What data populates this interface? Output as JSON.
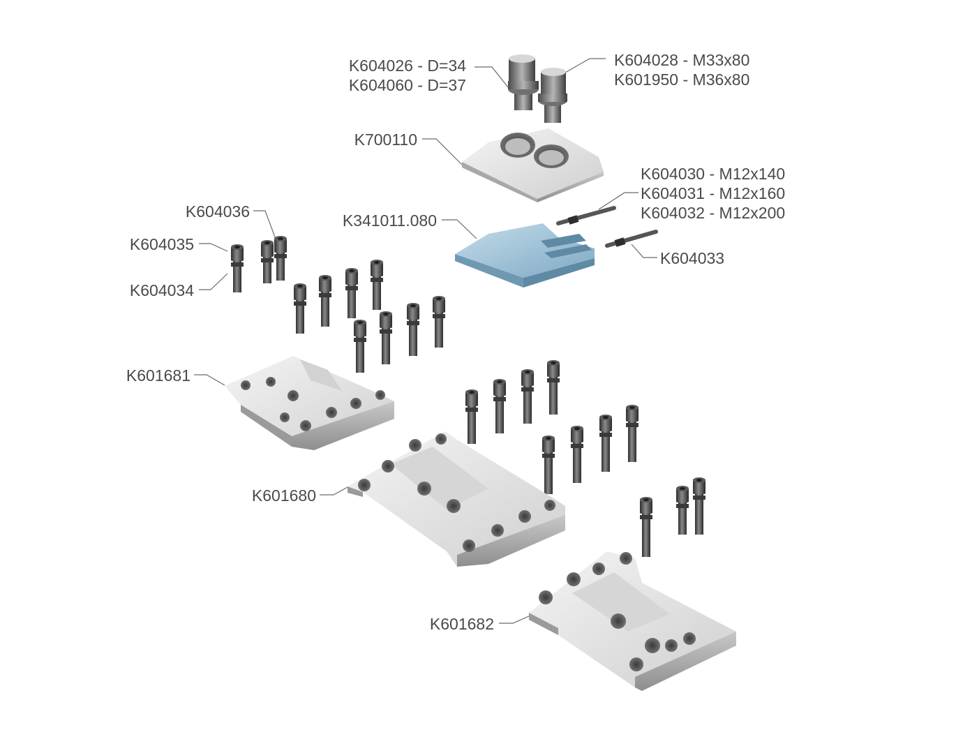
{
  "labels": {
    "bolt_d34": "K604026 - D=34",
    "bolt_d37": "K604060 - D=37",
    "bolt_m33": "K604028 - M33x80",
    "bolt_m36": "K601950 - M36x80",
    "clamp_block": "K700110",
    "screw_m12x140": "K604030 - M12x140",
    "screw_m12x160": "K604031 - M12x160",
    "screw_m12x200": "K604032 - M12x200",
    "wedge_plate": "K341011.080",
    "pin": "K604033",
    "screw_604036": "K604036",
    "screw_604035": "K604035",
    "screw_604034": "K604034",
    "base_plate_small": "K601681",
    "base_plate_large": "K601680",
    "base_plate_medium": "K601682"
  },
  "colors": {
    "label_text": "#4a4a4a",
    "leader_line": "#6a6a6a",
    "metal_light": "#e6e6e6",
    "metal_mid": "#bdbdbd",
    "metal_dark": "#8c8c8c",
    "screw_dark": "#3a3a3a",
    "wedge_blue": "#8fb8d2"
  }
}
